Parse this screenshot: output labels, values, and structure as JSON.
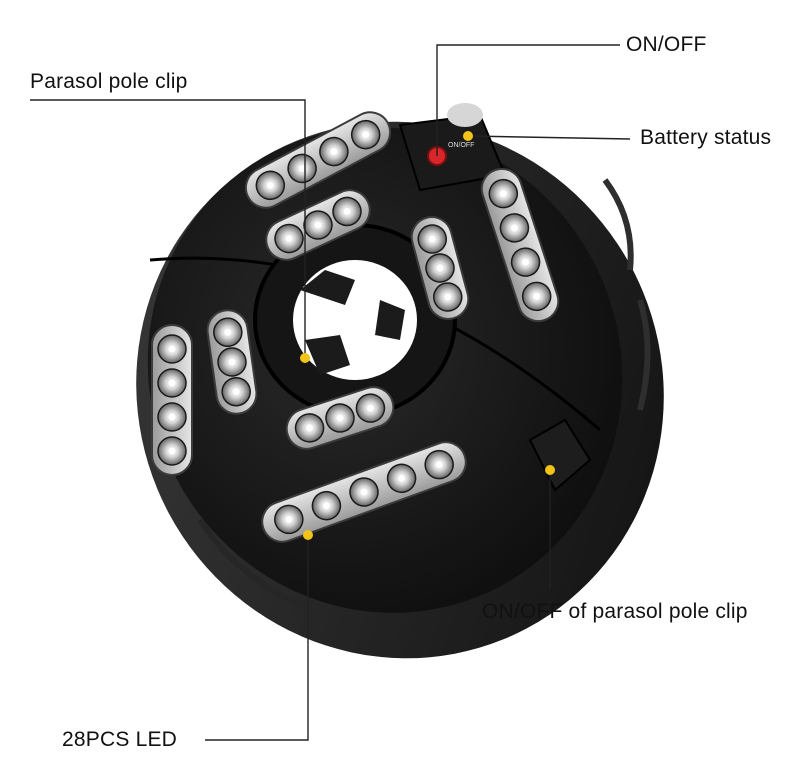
{
  "callouts": {
    "parasol_pole_clip": "Parasol pole clip",
    "on_off": "ON/OFF",
    "battery_status": "Battery status",
    "on_off_pole_clip": "ON/OFF of parasol pole clip",
    "led_count": "28PCS LED"
  },
  "device": {
    "switch_label": "ON/OFF",
    "body_color": "#111111",
    "rim_color": "#1c1c1c",
    "button_color": "#d8262b",
    "marker_color": "#f2c318",
    "led_reflector_color": "#c9c9c9"
  }
}
